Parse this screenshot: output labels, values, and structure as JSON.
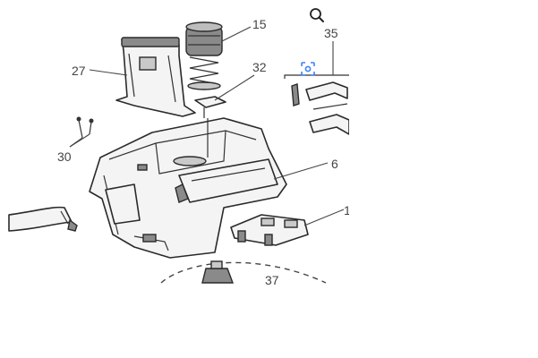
{
  "viewer": {
    "zoom_icon": "magnifier-icon",
    "lens_icon": "visual-search-icon",
    "accent": "#3b82f6"
  },
  "diagram": {
    "callouts": {
      "c15": "15",
      "c27": "27",
      "c32": "32",
      "c35": "35",
      "c30": "30",
      "c6": "6",
      "c37": "37",
      "c1": "1"
    }
  }
}
